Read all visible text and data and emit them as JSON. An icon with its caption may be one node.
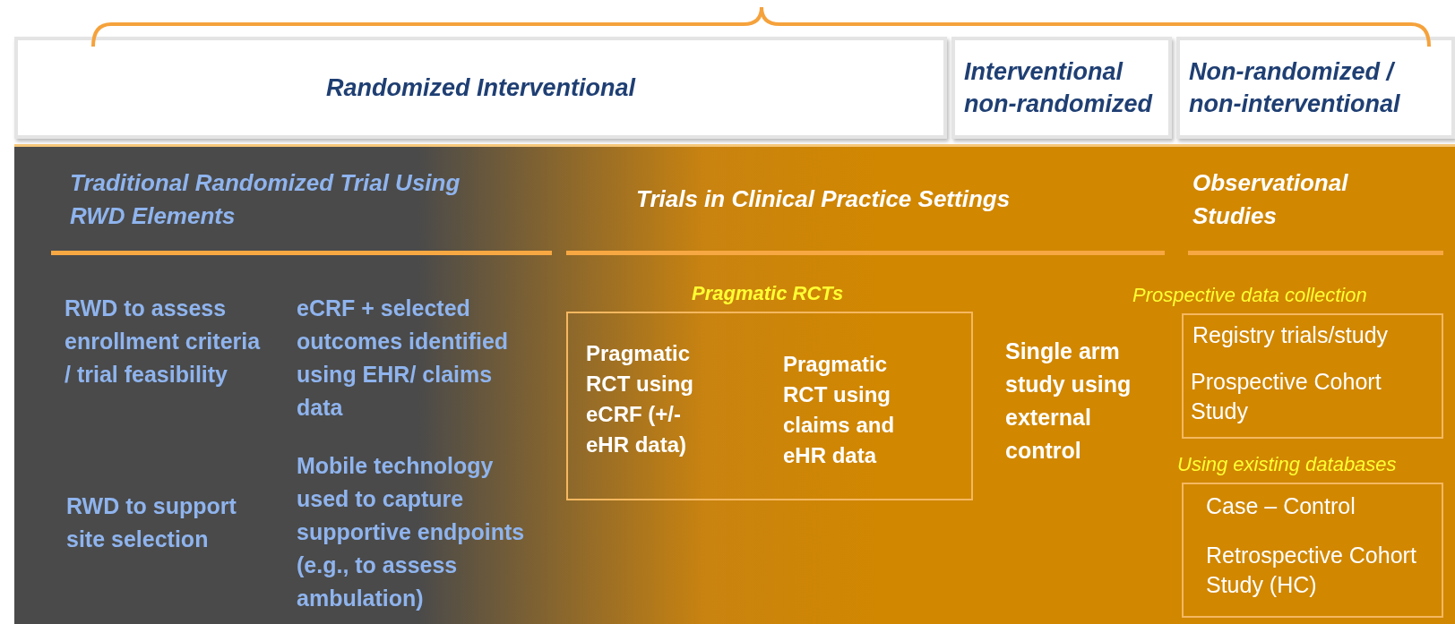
{
  "diagram": {
    "nodes": [
      {
        "text": [
          "Randomized Interventional"
        ]
      },
      {
        "text": [
          "Interventional non-randomized"
        ]
      },
      {
        "text": [
          "Non-randomized / non-interventional"
        ]
      },
      {
        "text": [],
        "shape": "box"
      },
      {
        "text": [
          "Pragmatic RCTs",
          "Pragmatic RCT using eCRF (+/- eHR data)",
          "Pragmatic RCT using claims and eHR data"
        ],
        "in": 3
      },
      {
        "text": [
          "Prospective data collection",
          "Registry trials/study",
          "Prospective Cohort Study"
        ],
        "in": 3
      },
      {
        "text": [
          "Using existing databases",
          "Case – Control",
          "Retrospective Cohort Study (HC)"
        ],
        "in": 3
      }
    ],
    "edges": [],
    "labels": [
      "Traditional Randomized Trial Using RWD Elements",
      "Trials in Clinical Practice Settings",
      "Observational Studies",
      "RWD to assess enrollment criteria / trial feasibility",
      "eCRF + selected outcomes identified using EHR/ claims data",
      "Single arm study using external control",
      "RWD to support site selection",
      "Mobile technology used to capture supportive endpoints (e.g., to assess ambulation)"
    ]
  }
}
